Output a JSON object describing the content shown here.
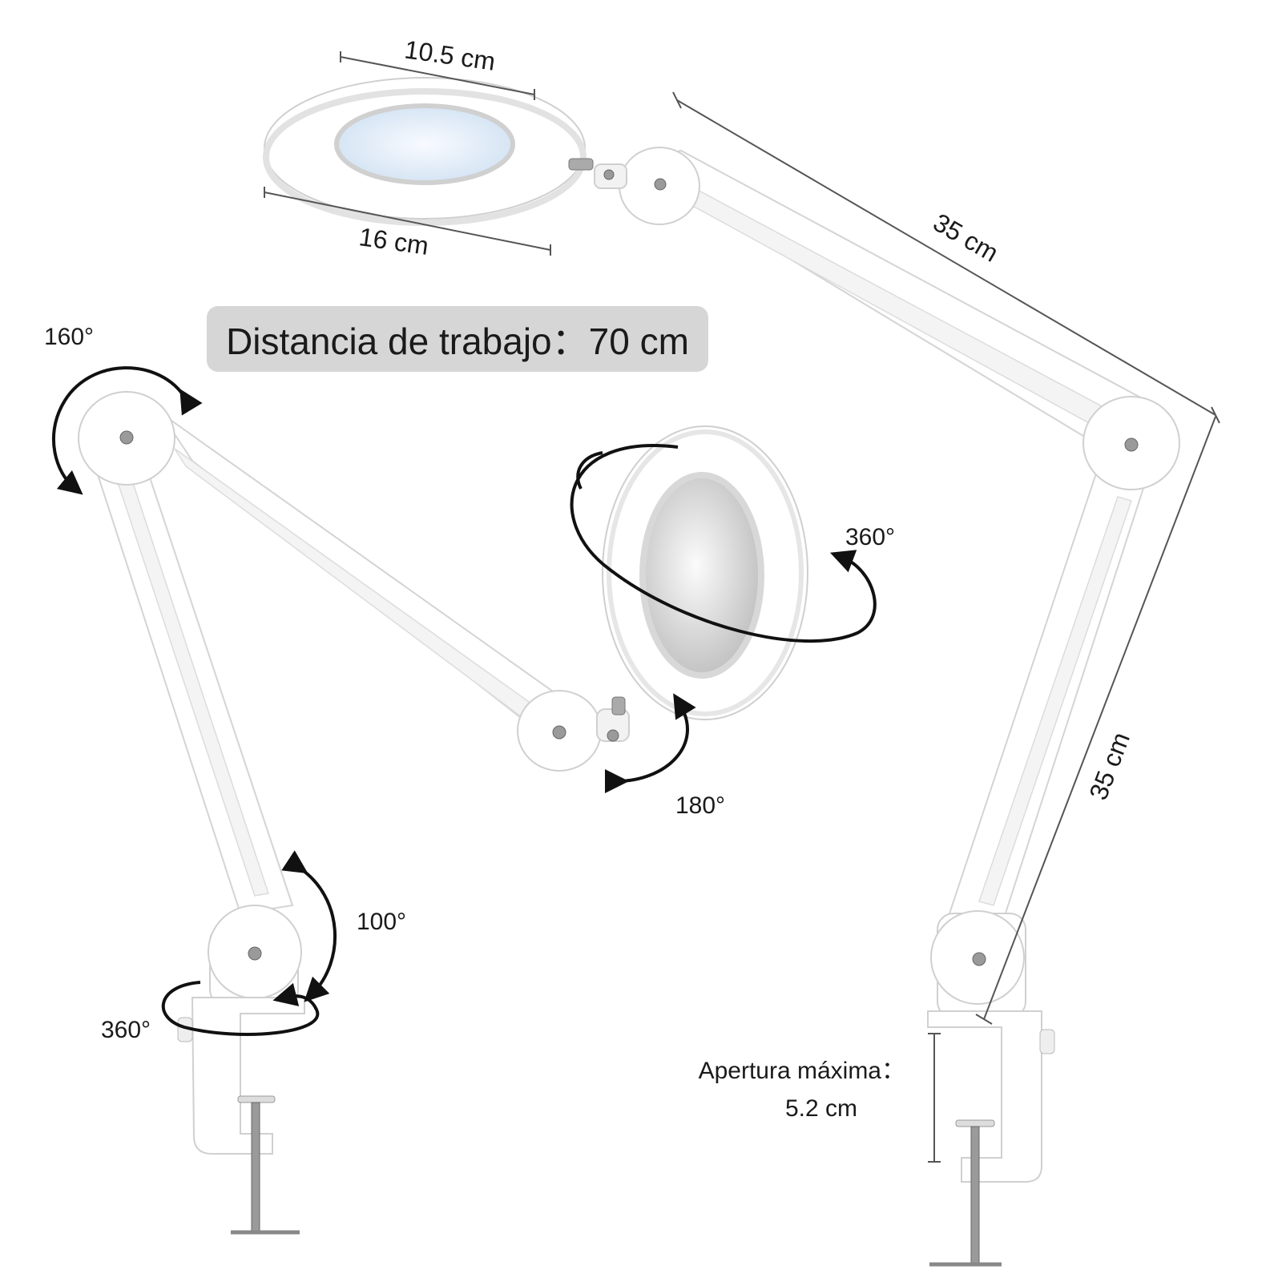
{
  "title_badge": "Distancia de trabajo：70 cm",
  "dimensions": {
    "lens_diameter": "10.5 cm",
    "head_diameter": "16 cm",
    "upper_arm_length": "35 cm",
    "lower_arm_length": "35 cm",
    "clamp_opening_label": "Apertura máxima：",
    "clamp_opening_value": "5.2 cm"
  },
  "rotations": {
    "shoulder": "160°",
    "head_swivel": "360°",
    "head_tilt": "180°",
    "elbow": "100°",
    "base_swivel": "360°"
  },
  "colors": {
    "body": "#ffffff",
    "badge_bg": "#d6d6d6",
    "arrow": "#111111",
    "lens": "#e9f2fb"
  }
}
